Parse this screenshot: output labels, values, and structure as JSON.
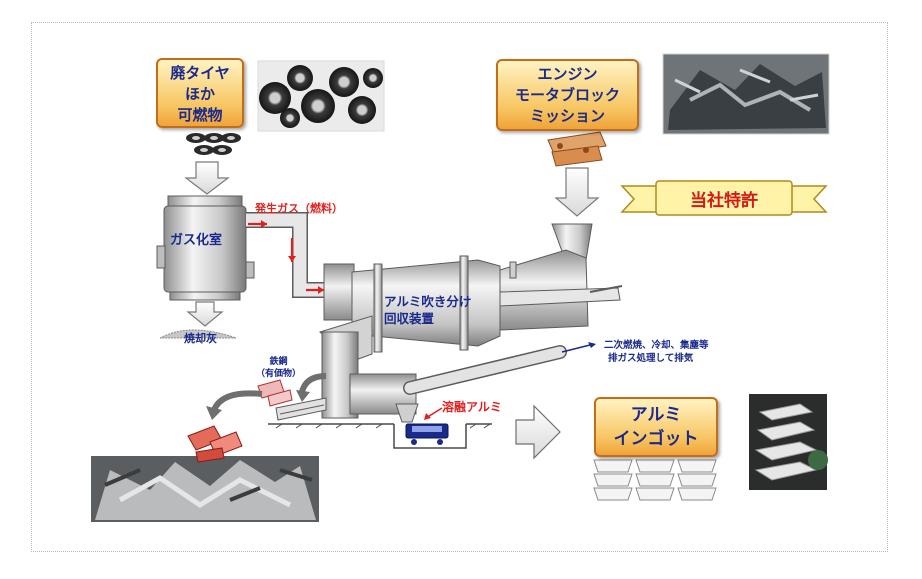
{
  "inputs": {
    "tire_box_lines": [
      "廃タイヤ",
      "ほか",
      "可燃物"
    ],
    "engine_box_lines": [
      "エンジン",
      "モータブロック",
      "ミッション"
    ]
  },
  "patent_banner": "当社特許",
  "gasifier": {
    "chamber_label": "ガス化室",
    "gas_label": "発生ガス（燃料）",
    "ash_label": "焼却灰"
  },
  "separator_label_lines": [
    "アルミ吹き分け",
    "回収装置"
  ],
  "exhaust_label_lines": [
    "二次燃焼、冷却、集塵等",
    "排ガス処理して排気"
  ],
  "iron_label_lines": [
    "鉄鋼",
    "（有価物）"
  ],
  "molten_label": "溶融アルミ",
  "ingot_box_lines": [
    "アルミ",
    "インゴット"
  ],
  "colors": {
    "box_border": "#c26d17",
    "box_text": "#1a2a8c",
    "red_text": "#e0231f",
    "navy_text": "#1a2a8c",
    "banner_fill": "#fff3a8",
    "banner_text": "#d41818"
  }
}
